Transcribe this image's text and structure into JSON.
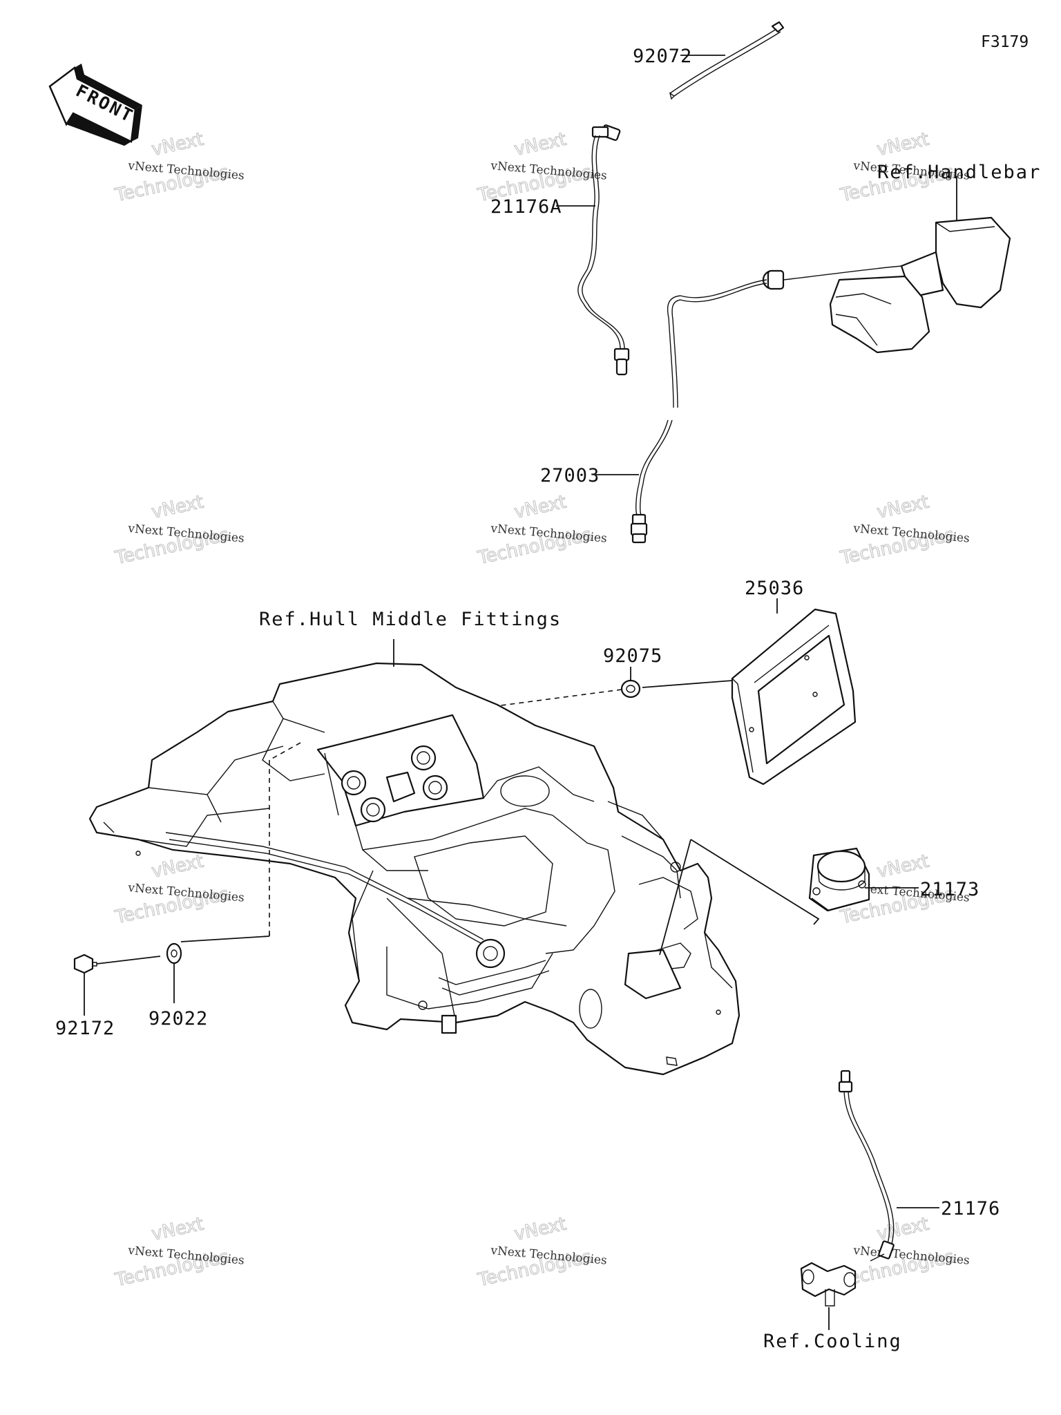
{
  "figure_code": "F3179",
  "front_badge": "FRONT",
  "watermark": {
    "line1": "vNext Technologies",
    "line2": "vNext",
    "line3": "Technologies"
  },
  "references": {
    "handlebar": "Ref.Handlebar",
    "hull_middle": "Ref.Hull Middle Fittings",
    "cooling": "Ref.Cooling"
  },
  "parts": [
    {
      "id": "p92072",
      "number": "92072"
    },
    {
      "id": "p21176A",
      "number": "21176A"
    },
    {
      "id": "p27003",
      "number": "27003"
    },
    {
      "id": "p25036",
      "number": "25036"
    },
    {
      "id": "p92075",
      "number": "92075"
    },
    {
      "id": "p21173",
      "number": "21173"
    },
    {
      "id": "p92172",
      "number": "92172"
    },
    {
      "id": "p92022",
      "number": "92022"
    },
    {
      "id": "p21176",
      "number": "21176"
    }
  ]
}
